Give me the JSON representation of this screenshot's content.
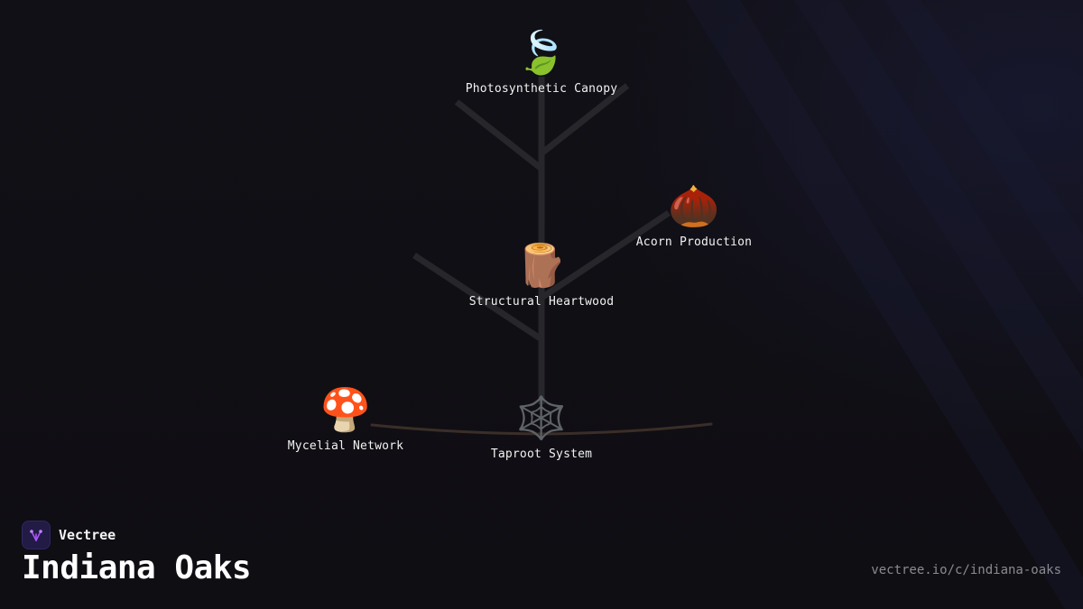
{
  "brand": {
    "name": "Vectree",
    "logo_icon": "vectree-logo-icon",
    "accent": "#a855f7"
  },
  "title": "Indiana Oaks",
  "url": "vectree.io/c/indiana-oaks",
  "colors": {
    "background": "#0f0e13",
    "branch": "#27262b",
    "root": "#3a2e28",
    "label": "#f2f2f2",
    "muted": "#8a8a90"
  },
  "nodes": [
    {
      "id": "canopy",
      "label": "Photosynthetic Canopy",
      "icon": "leaf-icon",
      "glyph": "🍃"
    },
    {
      "id": "acorn",
      "label": "Acorn Production",
      "icon": "acorn-icon",
      "glyph": "🌰"
    },
    {
      "id": "heartwood",
      "label": "Structural Heartwood",
      "icon": "wood-log-icon",
      "glyph": "🪵"
    },
    {
      "id": "mycelial",
      "label": "Mycelial Network",
      "icon": "mushroom-icon",
      "glyph": "🍄"
    },
    {
      "id": "taproot",
      "label": "Taproot System",
      "icon": "spider-web-icon",
      "glyph": "🕸️"
    }
  ]
}
